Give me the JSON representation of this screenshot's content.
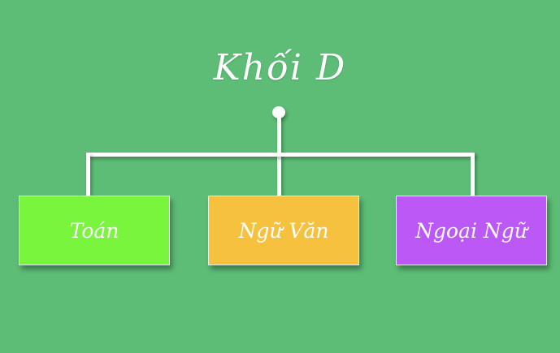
{
  "title": "Khối D",
  "colors": {
    "background": "#5dbd76",
    "connector": "#ffffff",
    "toan": "#7af53e",
    "ngu_van": "#f6c13f",
    "ngoai_ngu": "#bb58f6"
  },
  "nodes": [
    {
      "label": "Toán",
      "color": "#7af53e"
    },
    {
      "label": "Ngữ Văn",
      "color": "#f6c13f"
    },
    {
      "label": "Ngoại Ngữ",
      "color": "#bb58f6"
    }
  ]
}
